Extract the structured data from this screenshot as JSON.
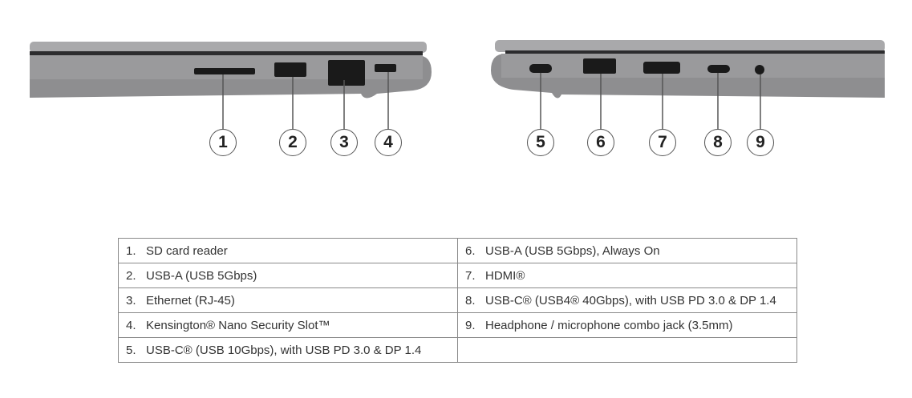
{
  "callouts": [
    "1",
    "2",
    "3",
    "4",
    "5",
    "6",
    "7",
    "8",
    "9"
  ],
  "ports": [
    {
      "num": "1.",
      "label": "SD card reader"
    },
    {
      "num": "2.",
      "label": "USB-A (USB 5Gbps)"
    },
    {
      "num": "3.",
      "label": "Ethernet (RJ-45)"
    },
    {
      "num": "4.",
      "label": "Kensington® Nano Security Slot™"
    },
    {
      "num": "5.",
      "label": "USB-C® (USB 10Gbps), with USB PD 3.0 & DP 1.4"
    },
    {
      "num": "6.",
      "label": "USB-A (USB 5Gbps), Always On"
    },
    {
      "num": "7.",
      "label": "HDMI®"
    },
    {
      "num": "8.",
      "label": "USB-C® (USB4® 40Gbps), with USB PD 3.0 & DP 1.4"
    },
    {
      "num": "9.",
      "label": "Headphone / microphone combo jack (3.5mm)"
    }
  ],
  "colors": {
    "chassis": "#8e8e90",
    "lid": "#a9a9ab",
    "port": "#1a1a1a",
    "border": "#8a8a8a"
  }
}
